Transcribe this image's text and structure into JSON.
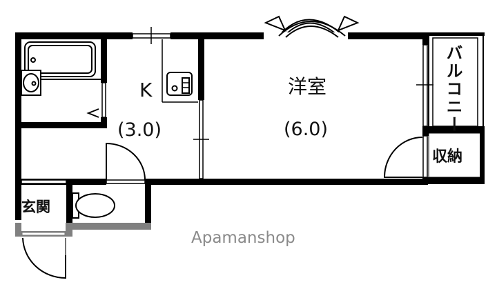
{
  "floorplan": {
    "rooms": [
      {
        "id": "kitchen",
        "name": "K",
        "size_jo": "(3.0)"
      },
      {
        "id": "western-room",
        "name": "洋室",
        "size_jo": "(6.0)"
      },
      {
        "id": "balcony",
        "name": "バルコニー"
      },
      {
        "id": "storage",
        "name": "収納"
      },
      {
        "id": "entrance",
        "name": "玄関"
      }
    ],
    "fixtures": [
      "bathtub",
      "wash-basin",
      "kitchen-sink",
      "toilet"
    ],
    "watermark": "Apamanshop",
    "colors": {
      "wall": "#000000",
      "background": "#ffffff",
      "watermark": "#8a8a8a",
      "exterior-step": "#808080"
    }
  }
}
